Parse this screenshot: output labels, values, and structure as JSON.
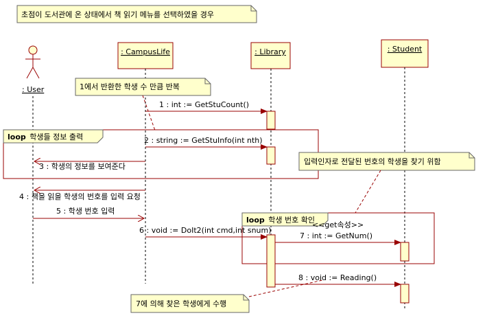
{
  "title_note": "초점이 도서관에 온 상태에서 책 읽기 메뉴를 선택하였을 경우",
  "actor": {
    "name": ": User"
  },
  "objects": [
    {
      "id": "campuslife",
      "name": ": CampusLife"
    },
    {
      "id": "library",
      "name": ": Library"
    },
    {
      "id": "student",
      "name": ": Student"
    }
  ],
  "notes": {
    "repeat": "1에서 반환한 학생 수 만큼 반복",
    "param": "입력인자로 전달된 번호의 학생을 찾기 위함",
    "perform": "7에 의해 찾은 학생에게 수행"
  },
  "fragments": {
    "outer": {
      "keyword": "loop",
      "label": "학생들 정보 출력"
    },
    "inner": {
      "keyword": "loop",
      "label": "학생 번호 확인"
    }
  },
  "stereotype": "<<get속성>>",
  "messages": [
    {
      "id": "m1",
      "text": "1 : int := GetStuCount()"
    },
    {
      "id": "m2",
      "text": "2 : string := GetStuInfo(int nth)"
    },
    {
      "id": "m3",
      "text": "3 : 학생의 정보를 보여준다"
    },
    {
      "id": "m4",
      "text": "4 : 책을 읽을 학생의 번호를 입력 요청"
    },
    {
      "id": "m5",
      "text": "5 : 학생 번호 입력"
    },
    {
      "id": "m6",
      "text": "6 : void := DoIt2(int cmd,int snum)"
    },
    {
      "id": "m7",
      "text": "7 : int := GetNum()"
    },
    {
      "id": "m8",
      "text": "8 : void := Reading()"
    }
  ],
  "colors": {
    "box_fill": "#ffffcc",
    "line": "#990000",
    "border": "#666666"
  },
  "icons": {
    "actor": "stick-figure-icon",
    "note_corner": "folded-corner-icon"
  }
}
